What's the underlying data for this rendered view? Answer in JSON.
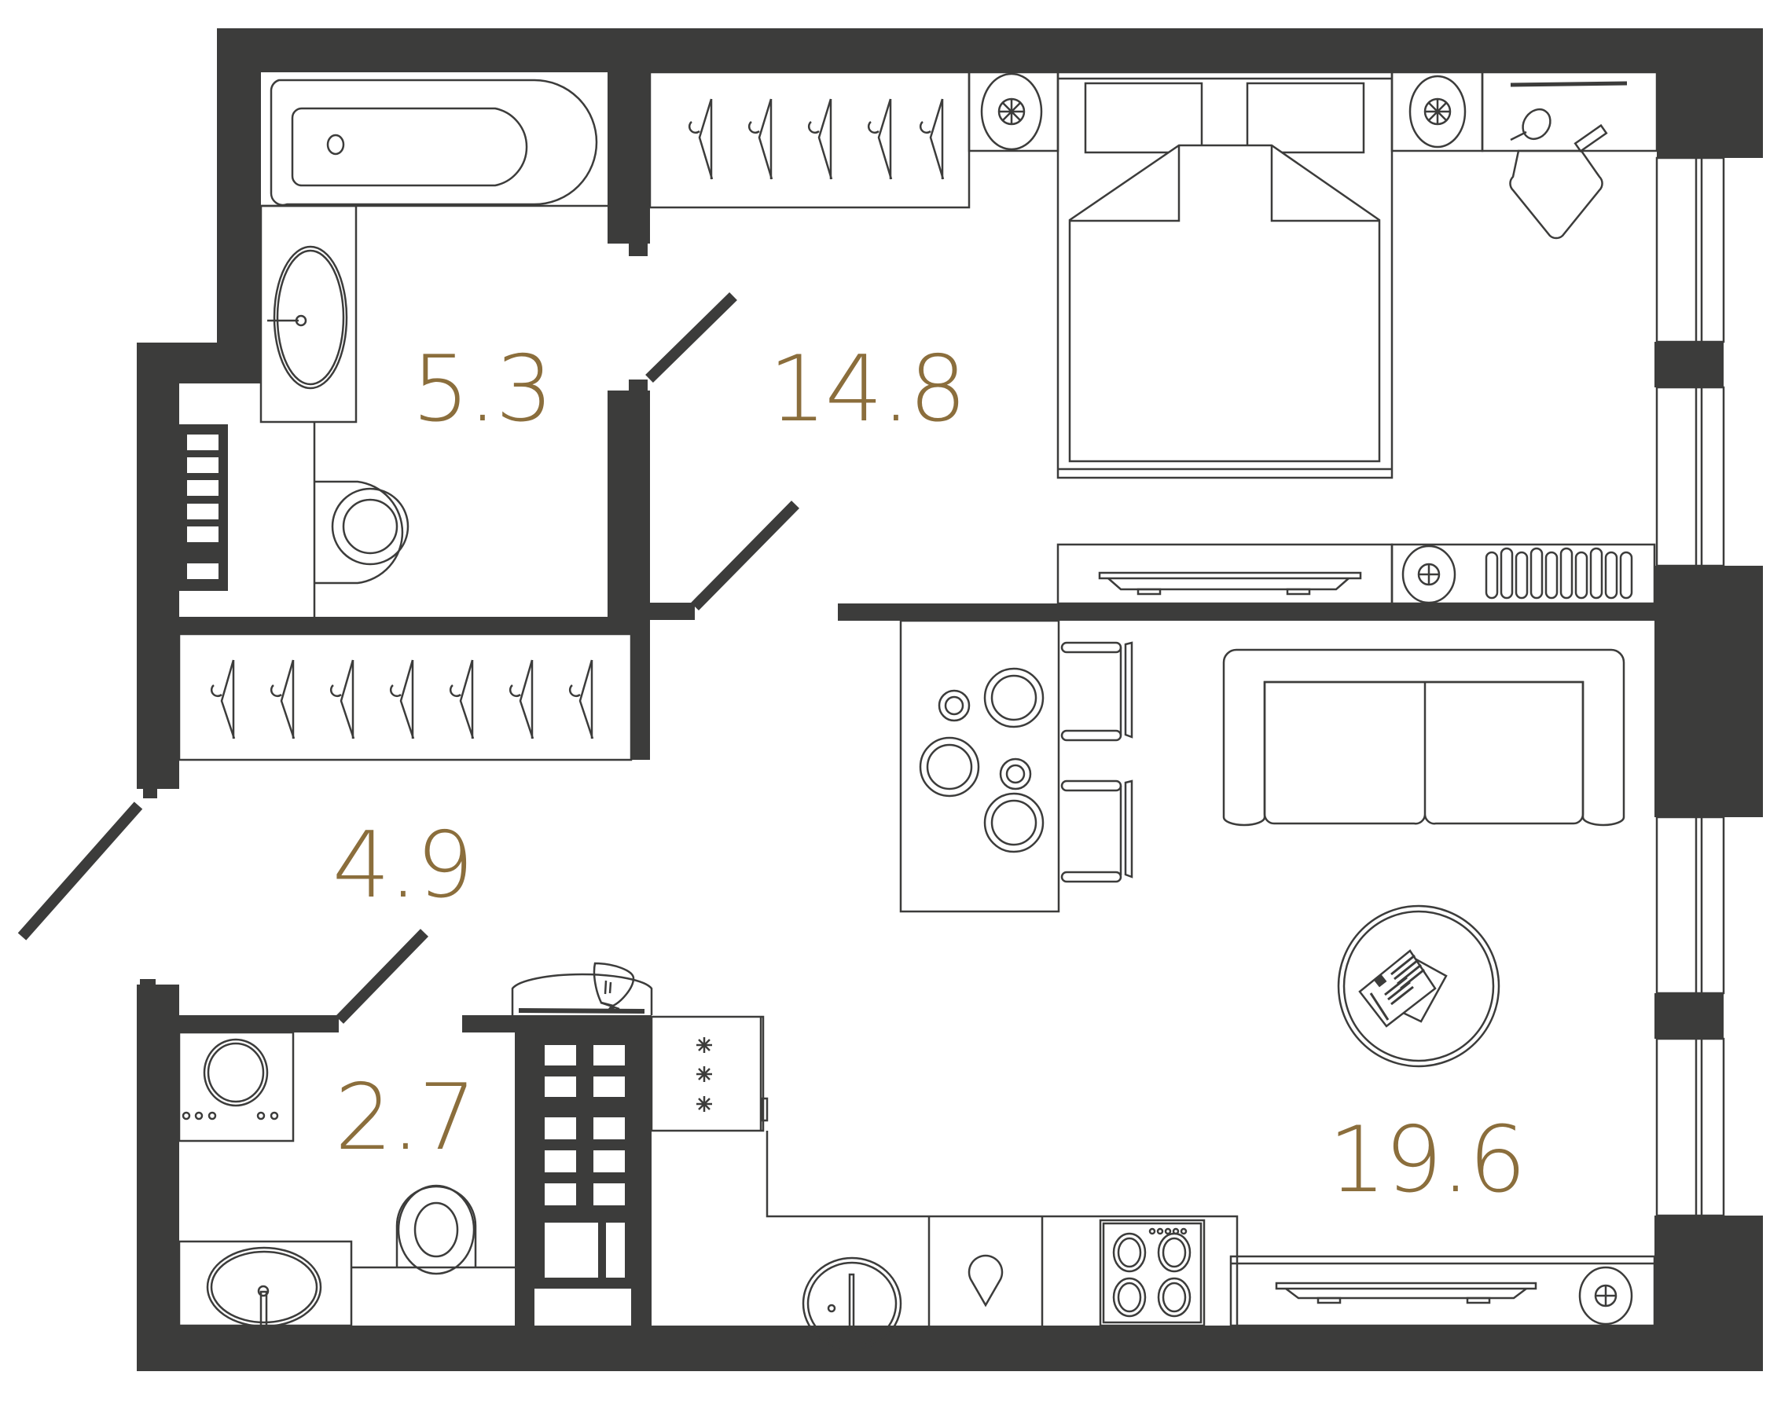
{
  "plan": {
    "type": "apartment-floor-plan",
    "label_color": "#8b6e3c",
    "wall_color": "#3c3c3b",
    "rooms": [
      {
        "id": "bathroom",
        "area": "5.3"
      },
      {
        "id": "bedroom",
        "area": "14.8"
      },
      {
        "id": "hallway",
        "area": "4.9"
      },
      {
        "id": "wc",
        "area": "2.7"
      },
      {
        "id": "kitchen-living",
        "area": "19.6"
      }
    ]
  }
}
